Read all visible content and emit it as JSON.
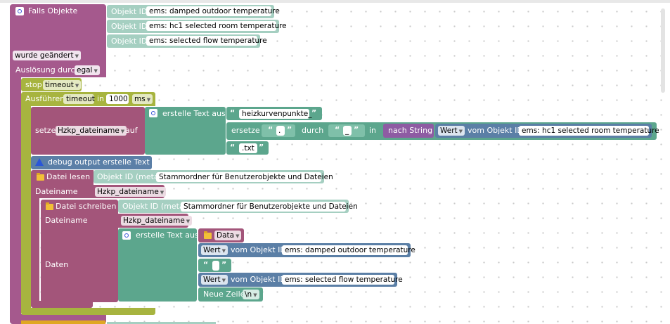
{
  "trigger": {
    "falls_objekte": "Falls Objekte",
    "objekt_id_label": "Objekt ID",
    "ids": [
      "ems: damped outdoor temperature",
      "ems: hc1 selected room temperature",
      "ems: selected flow temperature"
    ],
    "wurde_geaendert": "wurde geändert",
    "ausloesung_label": "Auslösung durch",
    "ausloesung_value": "egal"
  },
  "stop_block": {
    "label": "stop",
    "value": "timeout"
  },
  "timeout_block": {
    "ausfuehren": "Ausführen",
    "name": "timeout",
    "in": "in",
    "value": "1000",
    "unit": "ms"
  },
  "setze": {
    "label": "setze",
    "variable": "Hzkp_dateiname",
    "auf": "auf",
    "text_join": "erstelle Text aus",
    "str1": "heizkurvenpunkte_",
    "ersetze": "ersetze",
    "dot": ".",
    "durch": "durch",
    "underscore": "_",
    "in": "in",
    "nach_string": "nach String",
    "wert": "Wert",
    "vom_objekt": "vom Objekt ID",
    "obj": "ems: hc1 selected room temperature",
    "ext": ".txt"
  },
  "debug": {
    "label": "debug output erstelle Text ..."
  },
  "datei_lesen": {
    "label": "Datei lesen",
    "objekt_id_meta": "Objekt ID (meta)",
    "folder": "Stammordner für Benutzerobjekte und Dateien",
    "dateiname_label": "Dateiname",
    "dateiname_var": "Hzkp_dateiname"
  },
  "datei_schreiben": {
    "label": "Datei schreiben",
    "objekt_id_meta": "Objekt ID (meta)",
    "folder": "Stammordner für Benutzerobjekte und Dateien",
    "dateiname_label": "Dateiname",
    "dateiname_var": "Hzkp_dateiname",
    "daten_label": "Daten",
    "text_join": "erstelle Text aus",
    "data": "Data",
    "wert": "Wert",
    "vom_objekt": "vom Objekt ID",
    "obj1": "ems: damped outdoor temperature",
    "obj2": "ems: selected flow temperature",
    "neue_zeile": "Neue Zeile",
    "newline": "\\n"
  },
  "colors": {
    "trigger": "#a5598d",
    "control": "#a7b43f",
    "variable": "#a3557a",
    "text": "#5ca68d",
    "objid": "#a5cfc1",
    "debug": "#5b7fa7",
    "wert": "#5b7fa6",
    "string": "#8e5ba3"
  }
}
